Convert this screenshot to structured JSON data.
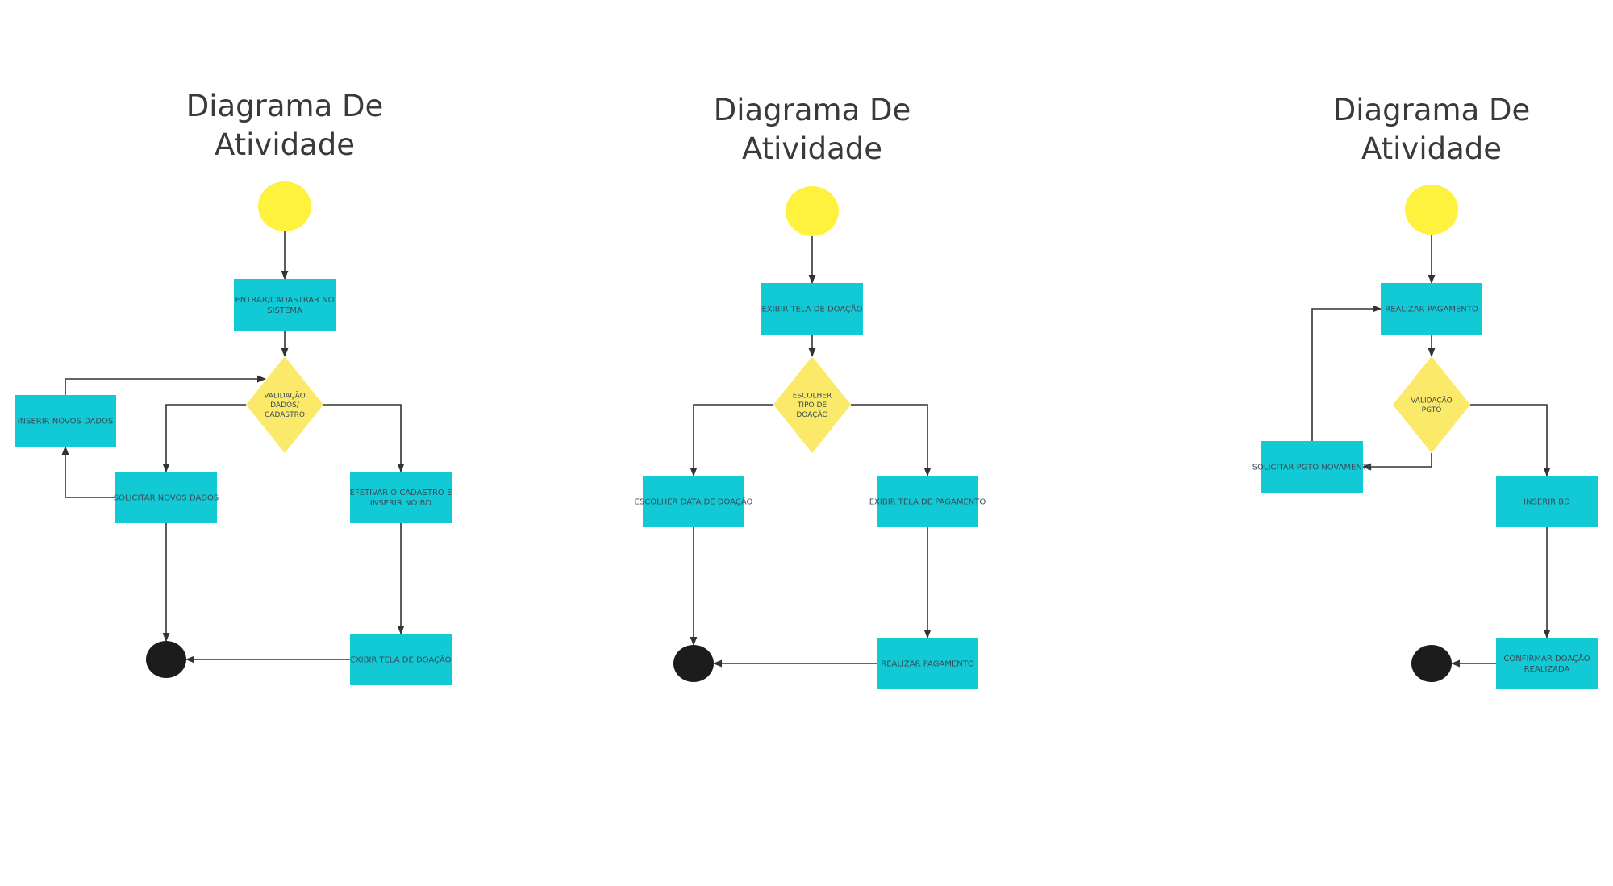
{
  "colors": {
    "start": "#FFF23E",
    "decision": "#FBEA6A",
    "process": "#12CAD6",
    "end": "#1C1C1C",
    "line": "#333333"
  },
  "diagrams": [
    {
      "title": [
        "Diagrama De",
        "Atividade"
      ],
      "nodes": {
        "p1": "ENTRAR/CADASTRAR NO SISTEMA",
        "d1": "VALIDAÇÃO DADOS/ CADASTRO",
        "p_inserir": "INSERIR NOVOS DADOS",
        "p_solicitar": "SOLICITAR NOVOS DADOS",
        "p_efetivar": "EFETIVAR O CADASTRO E INSERIR NO BD",
        "p_exibir": "EXIBIR TELA DE DOAÇÃO"
      }
    },
    {
      "title": [
        "Diagrama De",
        "Atividade"
      ],
      "nodes": {
        "p1": "EXIBIR TELA DE DOAÇÃO",
        "d1": "ESCOLHER TIPO DE DOAÇÃO",
        "p_data": "ESCOLHER DATA DE DOAÇÃO",
        "p_pag": "EXIBIR TELA DE PAGAMENTO",
        "p_real": "REALIZAR PAGAMENTO"
      }
    },
    {
      "title": [
        "Diagrama De",
        "Atividade"
      ],
      "nodes": {
        "p1": "REALIZAR PAGAMENTO",
        "d1": "VALIDAÇÃO PGTO",
        "p_solic": "SOLICITAR PGTO NOVAMENTE",
        "p_bd": "INSERIR BD",
        "p_conf": "CONFIRMAR DOAÇÃO REALIZADA"
      }
    }
  ]
}
